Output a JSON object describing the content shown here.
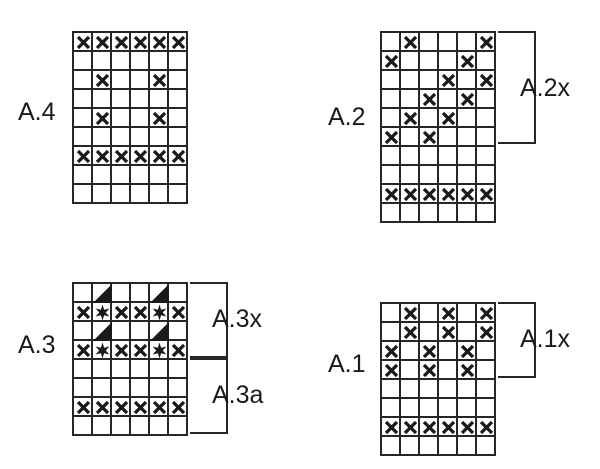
{
  "page": {
    "title": "Knitting stitch pattern charts",
    "background_color": "#ffffff",
    "line_color": "#262626",
    "symbol_color": "#1a1a1a"
  },
  "symbols": {
    "blank": "empty-stitch",
    "x": "cross-stitch",
    "star": "six-point-star-stitch",
    "triangle": "upper-right-triangle-stitch"
  },
  "charts": [
    {
      "id": "A4",
      "label": "A.4",
      "columns": 6,
      "rows": 9,
      "cell_size": 19,
      "grid": [
        [
          "x",
          "x",
          "x",
          "x",
          "x",
          "x"
        ],
        [
          "",
          "",
          "",
          "",
          "",
          ""
        ],
        [
          "",
          "x",
          "",
          "",
          "x",
          ""
        ],
        [
          "",
          "",
          "",
          "",
          "",
          ""
        ],
        [
          "",
          "x",
          "",
          "",
          "x",
          ""
        ],
        [
          "",
          "",
          "",
          "",
          "",
          ""
        ],
        [
          "x",
          "x",
          "x",
          "x",
          "x",
          "x"
        ],
        [
          "",
          "",
          "",
          "",
          "",
          ""
        ],
        [
          "",
          "",
          "",
          "",
          "",
          ""
        ]
      ],
      "brackets": []
    },
    {
      "id": "A2",
      "label": "A.2",
      "columns": 6,
      "rows": 10,
      "cell_size": 19,
      "grid": [
        [
          "",
          "x",
          "",
          "",
          "",
          "x"
        ],
        [
          "x",
          "",
          "",
          "",
          "x",
          ""
        ],
        [
          "",
          "",
          "",
          "x",
          "",
          "x"
        ],
        [
          "",
          "",
          "x",
          "",
          "x",
          ""
        ],
        [
          "",
          "x",
          "",
          "x",
          "",
          ""
        ],
        [
          "x",
          "",
          "x",
          "",
          "",
          ""
        ],
        [
          "",
          "",
          "",
          "",
          "",
          ""
        ],
        [
          "",
          "",
          "",
          "",
          "",
          ""
        ],
        [
          "x",
          "x",
          "x",
          "x",
          "x",
          "x"
        ],
        [
          "",
          "",
          "",
          "",
          "",
          ""
        ]
      ],
      "brackets": [
        {
          "label": "A.2x",
          "from_row": 1,
          "to_row": 6
        }
      ]
    },
    {
      "id": "A3",
      "label": "A.3",
      "columns": 6,
      "rows": 8,
      "cell_size": 19,
      "grid": [
        [
          "",
          "triangle",
          "",
          "",
          "triangle",
          ""
        ],
        [
          "x",
          "star",
          "x",
          "x",
          "star",
          "x"
        ],
        [
          "",
          "triangle",
          "",
          "",
          "triangle",
          ""
        ],
        [
          "x",
          "star",
          "x",
          "x",
          "star",
          "x"
        ],
        [
          "",
          "",
          "",
          "",
          "",
          ""
        ],
        [
          "",
          "",
          "",
          "",
          "",
          ""
        ],
        [
          "x",
          "x",
          "x",
          "x",
          "x",
          "x"
        ],
        [
          "",
          "",
          "",
          "",
          "",
          ""
        ]
      ],
      "brackets": [
        {
          "label": "A.3x",
          "from_row": 1,
          "to_row": 4
        },
        {
          "label": "A.3a",
          "from_row": 5,
          "to_row": 8
        }
      ]
    },
    {
      "id": "A1",
      "label": "A.1",
      "columns": 6,
      "rows": 8,
      "cell_size": 19,
      "grid": [
        [
          "",
          "x",
          "",
          "x",
          "",
          "x"
        ],
        [
          "",
          "x",
          "",
          "x",
          "",
          "x"
        ],
        [
          "x",
          "",
          "x",
          "",
          "x",
          ""
        ],
        [
          "x",
          "",
          "x",
          "",
          "x",
          ""
        ],
        [
          "",
          "",
          "",
          "",
          "",
          ""
        ],
        [
          "",
          "",
          "",
          "",
          "",
          ""
        ],
        [
          "x",
          "x",
          "x",
          "x",
          "x",
          "x"
        ],
        [
          "",
          "",
          "",
          "",
          "",
          ""
        ]
      ],
      "brackets": [
        {
          "label": "A.1x",
          "from_row": 1,
          "to_row": 4
        }
      ]
    }
  ]
}
